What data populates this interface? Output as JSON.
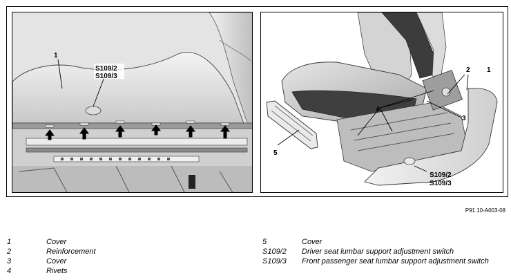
{
  "figure": {
    "left_callouts": {
      "cover": "1",
      "switch_line1": "S109/2",
      "switch_line2": "S109/3"
    },
    "right_callouts": {
      "reinforcement": "2",
      "cover": "1",
      "cover_front": "3",
      "rivets": "4",
      "cover_side": "5",
      "switch_line1": "S109/2",
      "switch_line2": "S109/3"
    },
    "reference_code": "P91.10-A003-08"
  },
  "legend": {
    "left": [
      {
        "num": "1",
        "text": "Cover"
      },
      {
        "num": "2",
        "text": "Reinforcement"
      },
      {
        "num": "3",
        "text": "Cover"
      },
      {
        "num": "4",
        "text": "Rivets"
      }
    ],
    "right": [
      {
        "num": "5",
        "text": "Cover"
      },
      {
        "num": "S109/2",
        "text": "Driver seat lumbar support adjustment switch"
      },
      {
        "num": "S109/3",
        "text": "Front passenger seat lumbar support adjustment switch"
      }
    ]
  }
}
